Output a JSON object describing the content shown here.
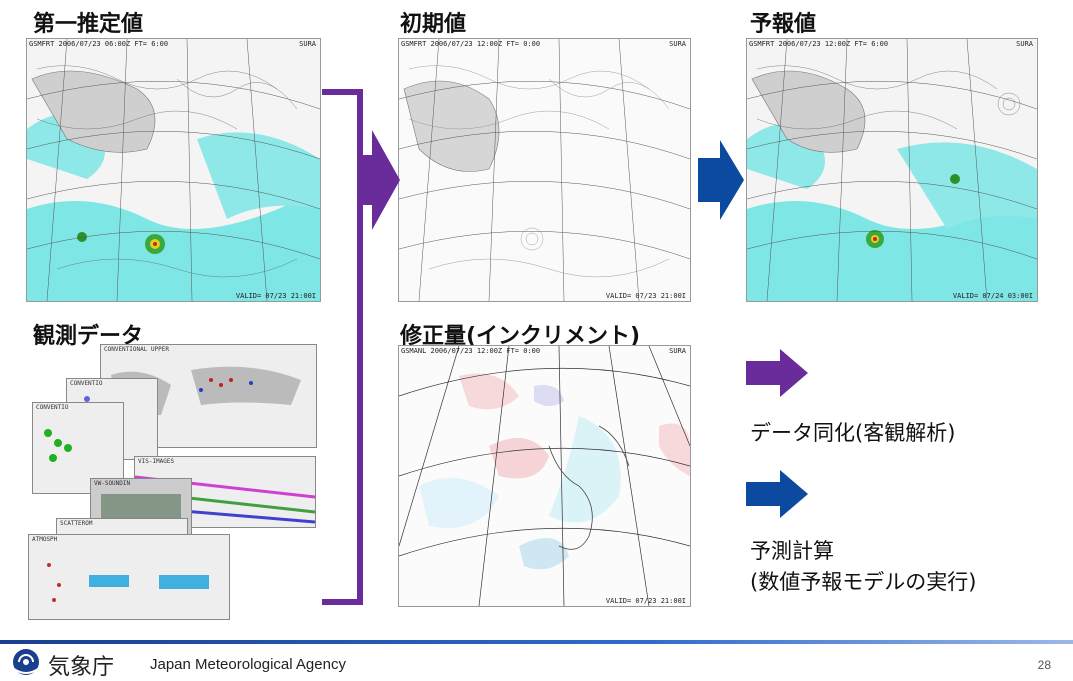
{
  "headings": {
    "first_guess": "第一推定値",
    "initial": "初期値",
    "forecast": "予報値",
    "observation": "観測データ",
    "increment": "修正量(インクリメント)"
  },
  "maps": {
    "first_guess": {
      "header": "GSMFRT 2006/07/23 06:00Z FT=  6:00",
      "header_right": "SURA",
      "footer": "VALID= 07/23 21:00I"
    },
    "initial": {
      "header": "GSMFRT 2006/07/23 12:00Z FT=  0:00",
      "header_right": "SURA",
      "footer": "VALID= 07/23 21:00I"
    },
    "forecast": {
      "header": "GSMFRT 2006/07/23 12:00Z FT=  6:00",
      "header_right": "SURA",
      "footer": "VALID= 07/24 03:00I"
    },
    "increment": {
      "header": "GSMANL 2006/07/23 12:00Z FT=  0:00",
      "header_right": "SURA",
      "footer": "VALID= 07/23 21:00I"
    }
  },
  "observation_panels": [
    "CONVENTIONAL UPPER",
    "CONVENTIO",
    "CONVENTIO",
    "VIS-IMAGES",
    "VW-SOUNDIN",
    "SCATTEROM",
    "ATMOSPH"
  ],
  "legend": {
    "assimilation": "データ同化(客観解析)",
    "prediction_line1": "予測計算",
    "prediction_line2": "(数値予報モデルの実行)"
  },
  "colors": {
    "assimilation_arrow": "#6a2c9a",
    "prediction_arrow": "#0b4a9e",
    "sea_cyan": "#5fe0e0",
    "footer_blue": "#1a3f8f"
  },
  "footer": {
    "agency_jp": "気象庁",
    "agency_en": "Japan Meteorological Agency",
    "page": "28"
  }
}
